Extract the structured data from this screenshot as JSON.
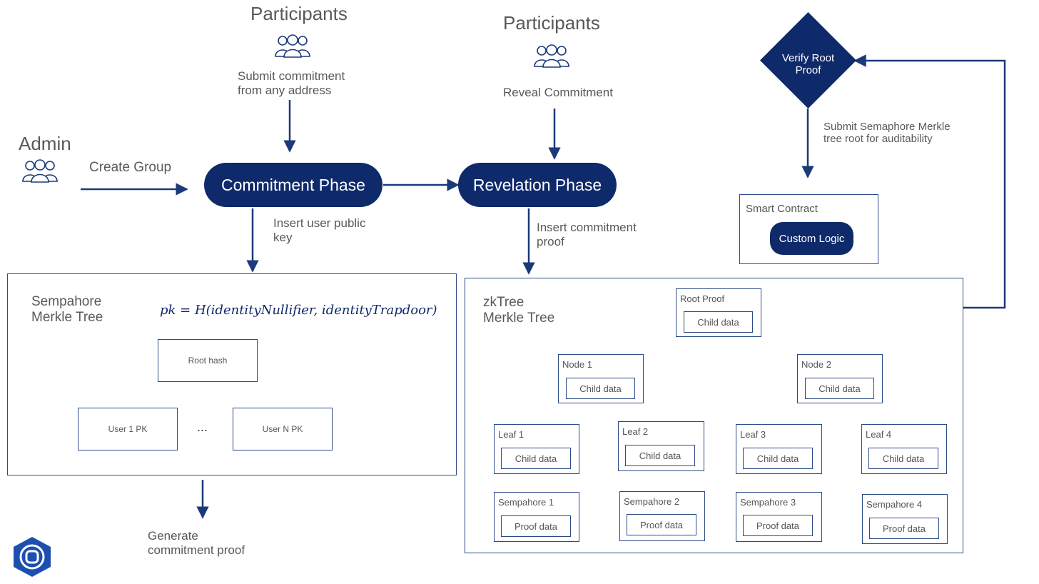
{
  "admin": {
    "title": "Admin",
    "icon": "group-icon"
  },
  "create_group": "Create Group",
  "participants_left": {
    "title": "Participants",
    "icon": "group-icon",
    "action": "Submit commitment\nfrom any address"
  },
  "participants_right": {
    "title": "Participants",
    "icon": "group-icon",
    "action": "Reveal Commitment"
  },
  "phases": {
    "commitment": "Commitment Phase",
    "revelation": "Revelation Phase"
  },
  "edge_labels": {
    "insert_pk": "Insert user public\nkey",
    "insert_commitment": "Insert commitment\nproof",
    "generate_proof": "Generate\ncommitment proof",
    "submit_root": "Submit Semaphore Merkle\ntree root for auditability"
  },
  "verify": "Verify Root\nProof",
  "smart_contract": {
    "title": "Smart Contract",
    "logic": "Custom Logic"
  },
  "semaphore_tree": {
    "title": "Sempahore\nMerkle Tree",
    "formula": "pk = H(identityNullifier, identityTrapdoor)",
    "root": "Root hash",
    "user_first": "User 1 PK",
    "ellipsis": "...",
    "user_last": "User N PK"
  },
  "zktree": {
    "title": "zkTree\nMerkle Tree",
    "root": {
      "label": "Root Proof",
      "child": "Child data"
    },
    "nodes": [
      {
        "label": "Node 1",
        "child": "Child data"
      },
      {
        "label": "Node 2",
        "child": "Child data"
      }
    ],
    "leaves": [
      {
        "label": "Leaf 1",
        "child": "Child data"
      },
      {
        "label": "Leaf 2",
        "child": "Child data"
      },
      {
        "label": "Leaf 3",
        "child": "Child data"
      },
      {
        "label": "Leaf 4",
        "child": "Child data"
      }
    ],
    "semaphores": [
      {
        "label": "Sempahore 1",
        "child": "Proof data"
      },
      {
        "label": "Sempahore 2",
        "child": "Proof data"
      },
      {
        "label": "Sempahore 3",
        "child": "Proof data"
      },
      {
        "label": "Sempahore 4",
        "child": "Proof data"
      }
    ]
  },
  "logo": "hexagon-logo-icon",
  "colors": {
    "navy": "#0f2a6b",
    "line": "#2c4a86",
    "text": "#595959"
  }
}
